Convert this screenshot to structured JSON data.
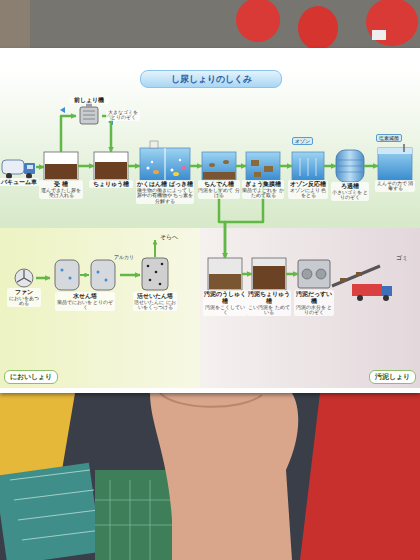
{
  "diagram": {
    "title": "し尿しょりのしくみ",
    "nodes": [
      {
        "text": [
          "バキューム車"
        ]
      },
      {
        "text": [
          "受 槽",
          "運んできたし尿を 受け入れる"
        ]
      },
      {
        "text": [
          "前しょり機",
          "大きなゴミを とりのぞく"
        ]
      },
      {
        "text": [
          "ちょりゅう槽"
        ]
      },
      {
        "text": [
          "かくはん槽 ばっき槽",
          "微生物の働きによって し尿中の有機物や ちっ素を分解する"
        ]
      },
      {
        "text": [
          "ちんでん槽",
          "汚泥をしずめて 分ける"
        ]
      },
      {
        "text": [
          "ぎょう集膜槽",
          "薬品でよごれを かためて取る"
        ]
      },
      {
        "text": [
          "オゾン反応槽",
          "オゾンにより 色をとる"
        ]
      },
      {
        "text": [
          "ろ過槽",
          "小さいゴミを とりのぞく"
        ]
      },
      {
        "text": [
          "えんその力で 消毒する"
        ]
      },
      {
        "text": [
          "においしょり"
        ]
      },
      {
        "text": [
          "ファン",
          "においをあつめる"
        ],
        "in": 10
      },
      {
        "text": [
          "水せん塔",
          "薬品でにおいを とりのぞく"
        ],
        "in": 10
      },
      {
        "text": [
          "活せいたん塔",
          "活せいたんに においをくっつける"
        ],
        "in": 10
      },
      {
        "text": [
          "汚泥しょり"
        ]
      },
      {
        "text": [
          "汚泥のうしゅく槽",
          "汚泥をこくしていく"
        ],
        "in": 14
      },
      {
        "text": [
          "汚泥ちょりゅう槽",
          "こい汚泥を ためている"
        ],
        "in": 14
      },
      {
        "text": [
          "汚泥だっすい機",
          "汚泥の水分を とりのぞく"
        ],
        "in": 14
      }
    ],
    "edges": [
      {
        "from": 0,
        "to": 1,
        "arrow": "to"
      },
      {
        "from": 1,
        "to": 2,
        "arrow": "to"
      },
      {
        "from": 2,
        "to": 3,
        "arrow": "to"
      },
      {
        "from": 1,
        "to": 3,
        "arrow": "to"
      },
      {
        "from": 3,
        "to": 4,
        "arrow": "to"
      },
      {
        "from": 4,
        "to": 5,
        "arrow": "to"
      },
      {
        "from": 5,
        "to": 6,
        "arrow": "to"
      },
      {
        "from": 6,
        "to": 7,
        "arrow": "to"
      },
      {
        "from": 7,
        "to": 8,
        "arrow": "to"
      },
      {
        "from": 8,
        "to": 9,
        "arrow": "to"
      },
      {
        "from": 5,
        "to": 15,
        "arrow": "to"
      },
      {
        "from": 6,
        "to": 15,
        "arrow": "to"
      },
      {
        "from": 11,
        "to": 12,
        "arrow": "to"
      },
      {
        "from": 12,
        "to": 13,
        "arrow": "to"
      },
      {
        "from": 15,
        "to": 16,
        "arrow": "to"
      },
      {
        "from": 16,
        "to": 17,
        "arrow": "to"
      }
    ],
    "labels": [
      "アルカリ",
      "そらへ",
      "オゾン",
      "塩素滅菌",
      "ゴミ"
    ]
  }
}
